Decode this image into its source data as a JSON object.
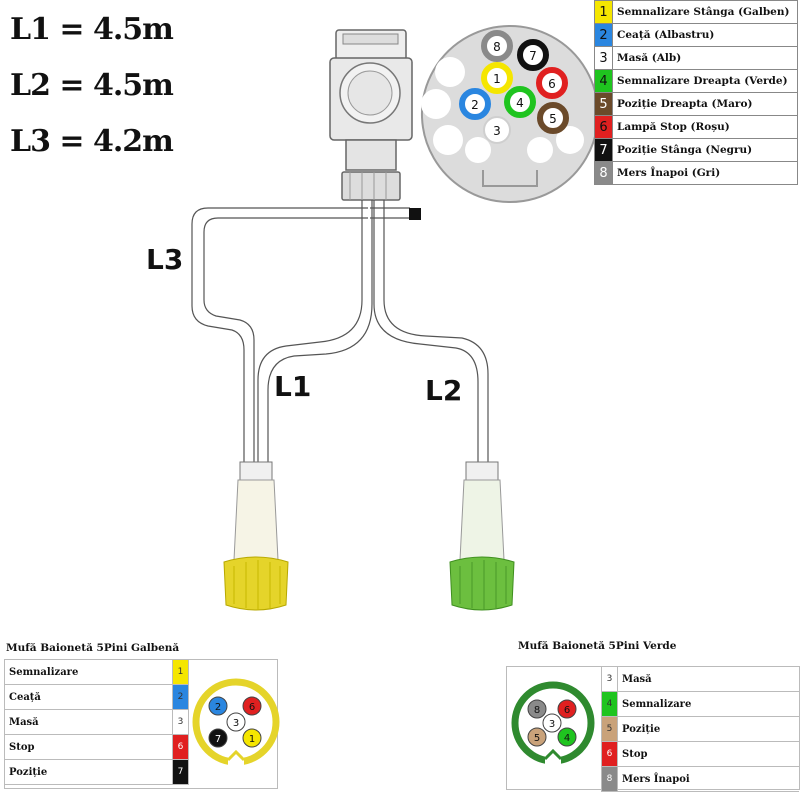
{
  "lengths": {
    "l1": "L1 =  4.5m",
    "l2": "L2 = 4.5m",
    "l3": "L3 = 4.2m"
  },
  "cable_labels": {
    "l1": "L1",
    "l2": "L2",
    "l3": "L3"
  },
  "legend_8pin": [
    {
      "num": "1",
      "label": "Semnalizare Stânga (Galben)",
      "color": "#f5e600"
    },
    {
      "num": "2",
      "label": "Ceață (Albastru)",
      "color": "#2a86e0"
    },
    {
      "num": "3",
      "label": "Masă (Alb)",
      "color": "#ffffff"
    },
    {
      "num": "4",
      "label": "Semnalizare Dreapta (Verde)",
      "color": "#1fc41f"
    },
    {
      "num": "5",
      "label": "Poziție Dreapta (Maro)",
      "color": "#6b4a2a"
    },
    {
      "num": "6",
      "label": "Lampă Stop (Roșu)",
      "color": "#e02020"
    },
    {
      "num": "7",
      "label": "Poziție Stânga (Negru)",
      "color": "#111111"
    },
    {
      "num": "8",
      "label": "Mers Înapoi (Gri)",
      "color": "#8a8a8a"
    }
  ],
  "socket_pins": [
    "8",
    "7",
    "1",
    "6",
    "2",
    "4",
    "3",
    "5"
  ],
  "yellow_plug": {
    "title": "Mufă Baionetă 5Pini Galbenă",
    "rows": [
      {
        "label": "Semnalizare",
        "num": "1",
        "color": "#f5e600"
      },
      {
        "label": "Ceață",
        "num": "2",
        "color": "#2a86e0"
      },
      {
        "label": "Masă",
        "num": "3",
        "color": "#ffffff"
      },
      {
        "label": "Stop",
        "num": "6",
        "color": "#e02020"
      },
      {
        "label": "Poziție",
        "num": "7",
        "color": "#111111"
      }
    ],
    "pins": [
      "2",
      "6",
      "3",
      "7",
      "1"
    ]
  },
  "green_plug": {
    "title": "Mufă Baionetă 5Pini Verde",
    "rows": [
      {
        "num": "3",
        "label": "Masă",
        "color": "#ffffff"
      },
      {
        "num": "4",
        "label": "Semnalizare",
        "color": "#1fc41f"
      },
      {
        "num": "5",
        "label": "Poziție",
        "color": "#c9a27a"
      },
      {
        "num": "6",
        "label": "Stop",
        "color": "#e02020"
      },
      {
        "num": "8",
        "label": "Mers Înapoi",
        "color": "#8a8a8a"
      }
    ],
    "pins": [
      "8",
      "6",
      "3",
      "5",
      "4"
    ]
  }
}
